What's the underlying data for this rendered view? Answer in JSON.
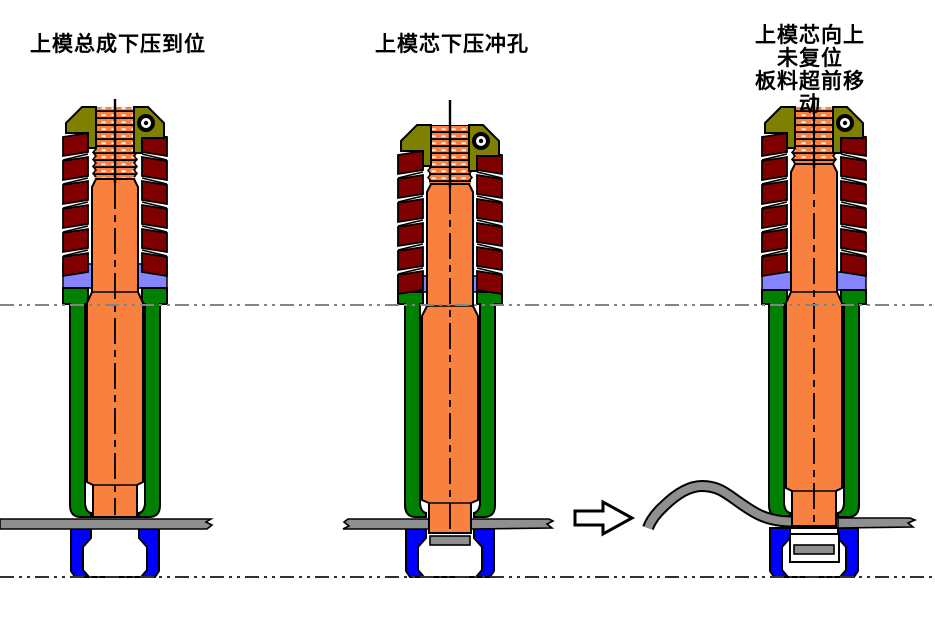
{
  "diagram": {
    "stages": [
      {
        "id": "stage-1",
        "label": "上模总成下压到位"
      },
      {
        "id": "stage-2",
        "label": "上模芯下压冲孔"
      },
      {
        "id": "stage-3",
        "label": "上模芯向上未复位\n板料超前移动"
      }
    ],
    "flow_arrow_direction": "right"
  },
  "colors": {
    "head": "#808000",
    "spring": "#800000",
    "core": "#F8813F",
    "sleeve": "#008000",
    "cushion": "#8585FF",
    "die": "#0000FF",
    "sheet": "#8F8F8F",
    "outline": "#000000",
    "cavity": "#FFFFFF",
    "centerline_upper": "#848484",
    "centerline_lower": "#303030",
    "background": "#FFFFFF"
  }
}
